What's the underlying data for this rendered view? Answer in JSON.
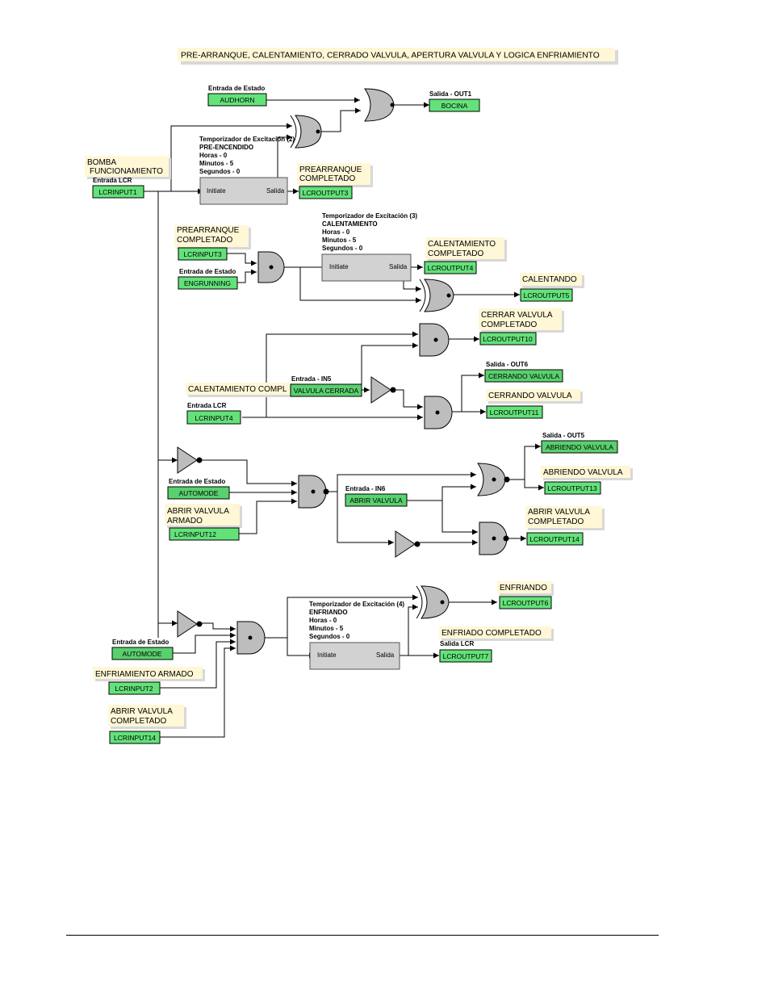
{
  "title": "PRE-ARRANQUE, CALENTAMIENTO, CERRADO VALVULA, APERTURA VALVULA Y LOGICA ENFRIAMIENTO",
  "colors": {
    "note_fill": "#fff7d6",
    "io_fill": "#63e27a",
    "io_fill_dark": "#5ad06e",
    "gate_fill": "#bdbdbd",
    "timer_fill": "#d2d2d2",
    "wire": "#000000"
  },
  "notes": [
    {
      "id": "bomba",
      "lines": [
        "BOMBA",
        "FUNCIONAMIENTO"
      ]
    },
    {
      "id": "prearr1",
      "lines": [
        "PREARRANQUE",
        "COMPLETADO"
      ]
    },
    {
      "id": "prearr2",
      "lines": [
        "PREARRANQUE",
        "COMPLETADO"
      ]
    },
    {
      "id": "calentcomp",
      "lines": [
        "CALENTAMIENTO",
        "COMPLETADO"
      ]
    },
    {
      "id": "calentando",
      "lines": [
        "CALENTANDO"
      ]
    },
    {
      "id": "cerrarcomp",
      "lines": [
        "CERRAR VALVULA",
        "COMPLETADO"
      ]
    },
    {
      "id": "calentcompl",
      "lines": [
        "CALENTAMIENTO COMPL"
      ]
    },
    {
      "id": "cerrando",
      "lines": [
        "CERRANDO VALVULA"
      ]
    },
    {
      "id": "abriendo",
      "lines": [
        "ABRIENDO VALVULA"
      ]
    },
    {
      "id": "abrirarmado",
      "lines": [
        "ABRIR VALVULA",
        "ARMADO"
      ]
    },
    {
      "id": "abrircomp",
      "lines": [
        "ABRIR VALVULA",
        "COMPLETADO"
      ]
    },
    {
      "id": "enfriando",
      "lines": [
        "ENFRIANDO"
      ]
    },
    {
      "id": "enfriadocomp",
      "lines": [
        "ENFRIADO COMPLETADO"
      ]
    },
    {
      "id": "enframado",
      "lines": [
        "ENFRIAMIENTO ARMADO"
      ]
    },
    {
      "id": "abrircomp2",
      "lines": [
        "ABRIR VALVULA",
        "COMPLETADO"
      ]
    }
  ],
  "io_blocks": [
    {
      "id": "audhorn",
      "header": "Entrada de Estado",
      "label": "AUDHORN"
    },
    {
      "id": "bocina",
      "header": "Salida - OUT1",
      "label": "BOCINA"
    },
    {
      "id": "lcrin1",
      "header": "Entrada LCR",
      "label": "LCRINPUT1"
    },
    {
      "id": "lcrout3",
      "header": "",
      "label": "LCROUTPUT3"
    },
    {
      "id": "lcrin3",
      "header": "",
      "label": "LCRINPUT3"
    },
    {
      "id": "engrunning",
      "header": "Entrada de Estado",
      "label": "ENGRUNNING"
    },
    {
      "id": "lcrout4",
      "header": "",
      "label": "LCROUTPUT4"
    },
    {
      "id": "lcrout5",
      "header": "",
      "label": "LCROUTPUT5"
    },
    {
      "id": "lcrout10",
      "header": "",
      "label": "LCROUTPUT10"
    },
    {
      "id": "valvcerrada",
      "header": "Entrada - IN5",
      "label": "VALVULA CERRADA"
    },
    {
      "id": "cerrandoout",
      "header": "Salida - OUT6",
      "label": "CERRANDO VALVULA"
    },
    {
      "id": "lcrout11",
      "header": "",
      "label": "LCROUTPUT11"
    },
    {
      "id": "lcrin4",
      "header": "Entrada LCR",
      "label": "LCRINPUT4"
    },
    {
      "id": "abriendoout",
      "header": "Salida - OUT5",
      "label": "ABRIENDO VALVULA"
    },
    {
      "id": "automode1",
      "header": "Entrada de Estado",
      "label": "AUTOMODE"
    },
    {
      "id": "abrirvalv",
      "header": "Entrada - IN6",
      "label": "ABRIR VALVULA"
    },
    {
      "id": "lcrout13",
      "header": "",
      "label": "LCROUTPUT13"
    },
    {
      "id": "lcrin12",
      "header": "",
      "label": "LCRINPUT12"
    },
    {
      "id": "lcrout14",
      "header": "",
      "label": "LCROUTPUT14"
    },
    {
      "id": "lcrout6",
      "header": "",
      "label": "LCROUTPUT6"
    },
    {
      "id": "automode2",
      "header": "Entrada de Estado",
      "label": "AUTOMODE"
    },
    {
      "id": "lcrout7",
      "header": "Salida LCR",
      "label": "LCROUTPUT7"
    },
    {
      "id": "lcrin2",
      "header": "",
      "label": "LCRINPUT2"
    },
    {
      "id": "lcrin14",
      "header": "",
      "label": "LCRINPUT14"
    }
  ],
  "timers": [
    {
      "id": "t2",
      "lines": [
        "Temporizador de Excitación (2)",
        "PRE-ENCENDIDO",
        "Horas - 0",
        "Minutos - 5",
        "Segundos - 0"
      ],
      "input": "Initiate",
      "output": "Salida"
    },
    {
      "id": "t3",
      "lines": [
        "Temporizador de Excitación (3)",
        "CALENTAMIENTO",
        "Horas - 0",
        "Minutos - 5",
        "Segundos - 0"
      ],
      "input": "Initiate",
      "output": "Salida"
    },
    {
      "id": "t4",
      "lines": [
        "Temporizador de Excitación (4)",
        "ENFRIANDO",
        "Horas - 0",
        "Minutos - 5",
        "Segundos - 0"
      ],
      "input": "Initiate",
      "output": "Salida"
    }
  ],
  "gates": [
    {
      "id": "or_bocina",
      "kind": "or"
    },
    {
      "id": "xor_pre",
      "kind": "xor"
    },
    {
      "id": "and_calent",
      "kind": "and"
    },
    {
      "id": "xor_calent",
      "kind": "xor"
    },
    {
      "id": "and_cerrarcomp",
      "kind": "and"
    },
    {
      "id": "not_in5",
      "kind": "not"
    },
    {
      "id": "and_cerrando",
      "kind": "and"
    },
    {
      "id": "not_open",
      "kind": "not"
    },
    {
      "id": "and_abrir",
      "kind": "and"
    },
    {
      "id": "or_abriendo",
      "kind": "or"
    },
    {
      "id": "not_in6",
      "kind": "not"
    },
    {
      "id": "and_abrircomp",
      "kind": "and"
    },
    {
      "id": "not_cool",
      "kind": "not"
    },
    {
      "id": "and_cool",
      "kind": "and"
    },
    {
      "id": "xor_cool",
      "kind": "xor"
    }
  ]
}
